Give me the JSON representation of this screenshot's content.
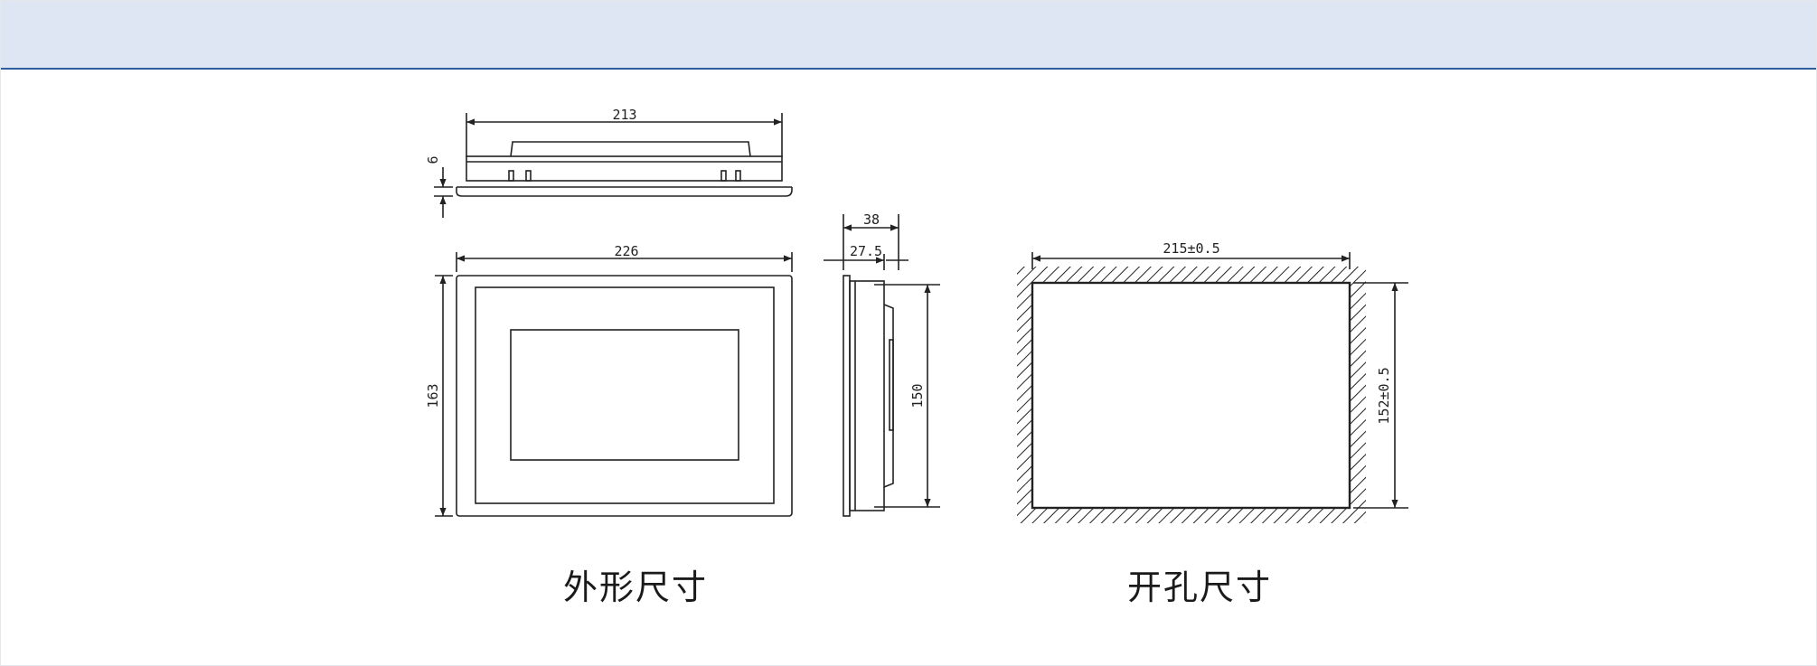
{
  "header": {
    "text": ""
  },
  "outline_dimensions": {
    "caption": "外形尺寸",
    "top_view_width": "213",
    "top_view_height": "6",
    "front_width": "226",
    "front_height": "163"
  },
  "side_view": {
    "depth_total": "38",
    "depth_body": "27.5",
    "height": "150"
  },
  "cutout_dimensions": {
    "caption": "开孔尺寸",
    "width": "215±0.5",
    "height": "152±0.5"
  }
}
